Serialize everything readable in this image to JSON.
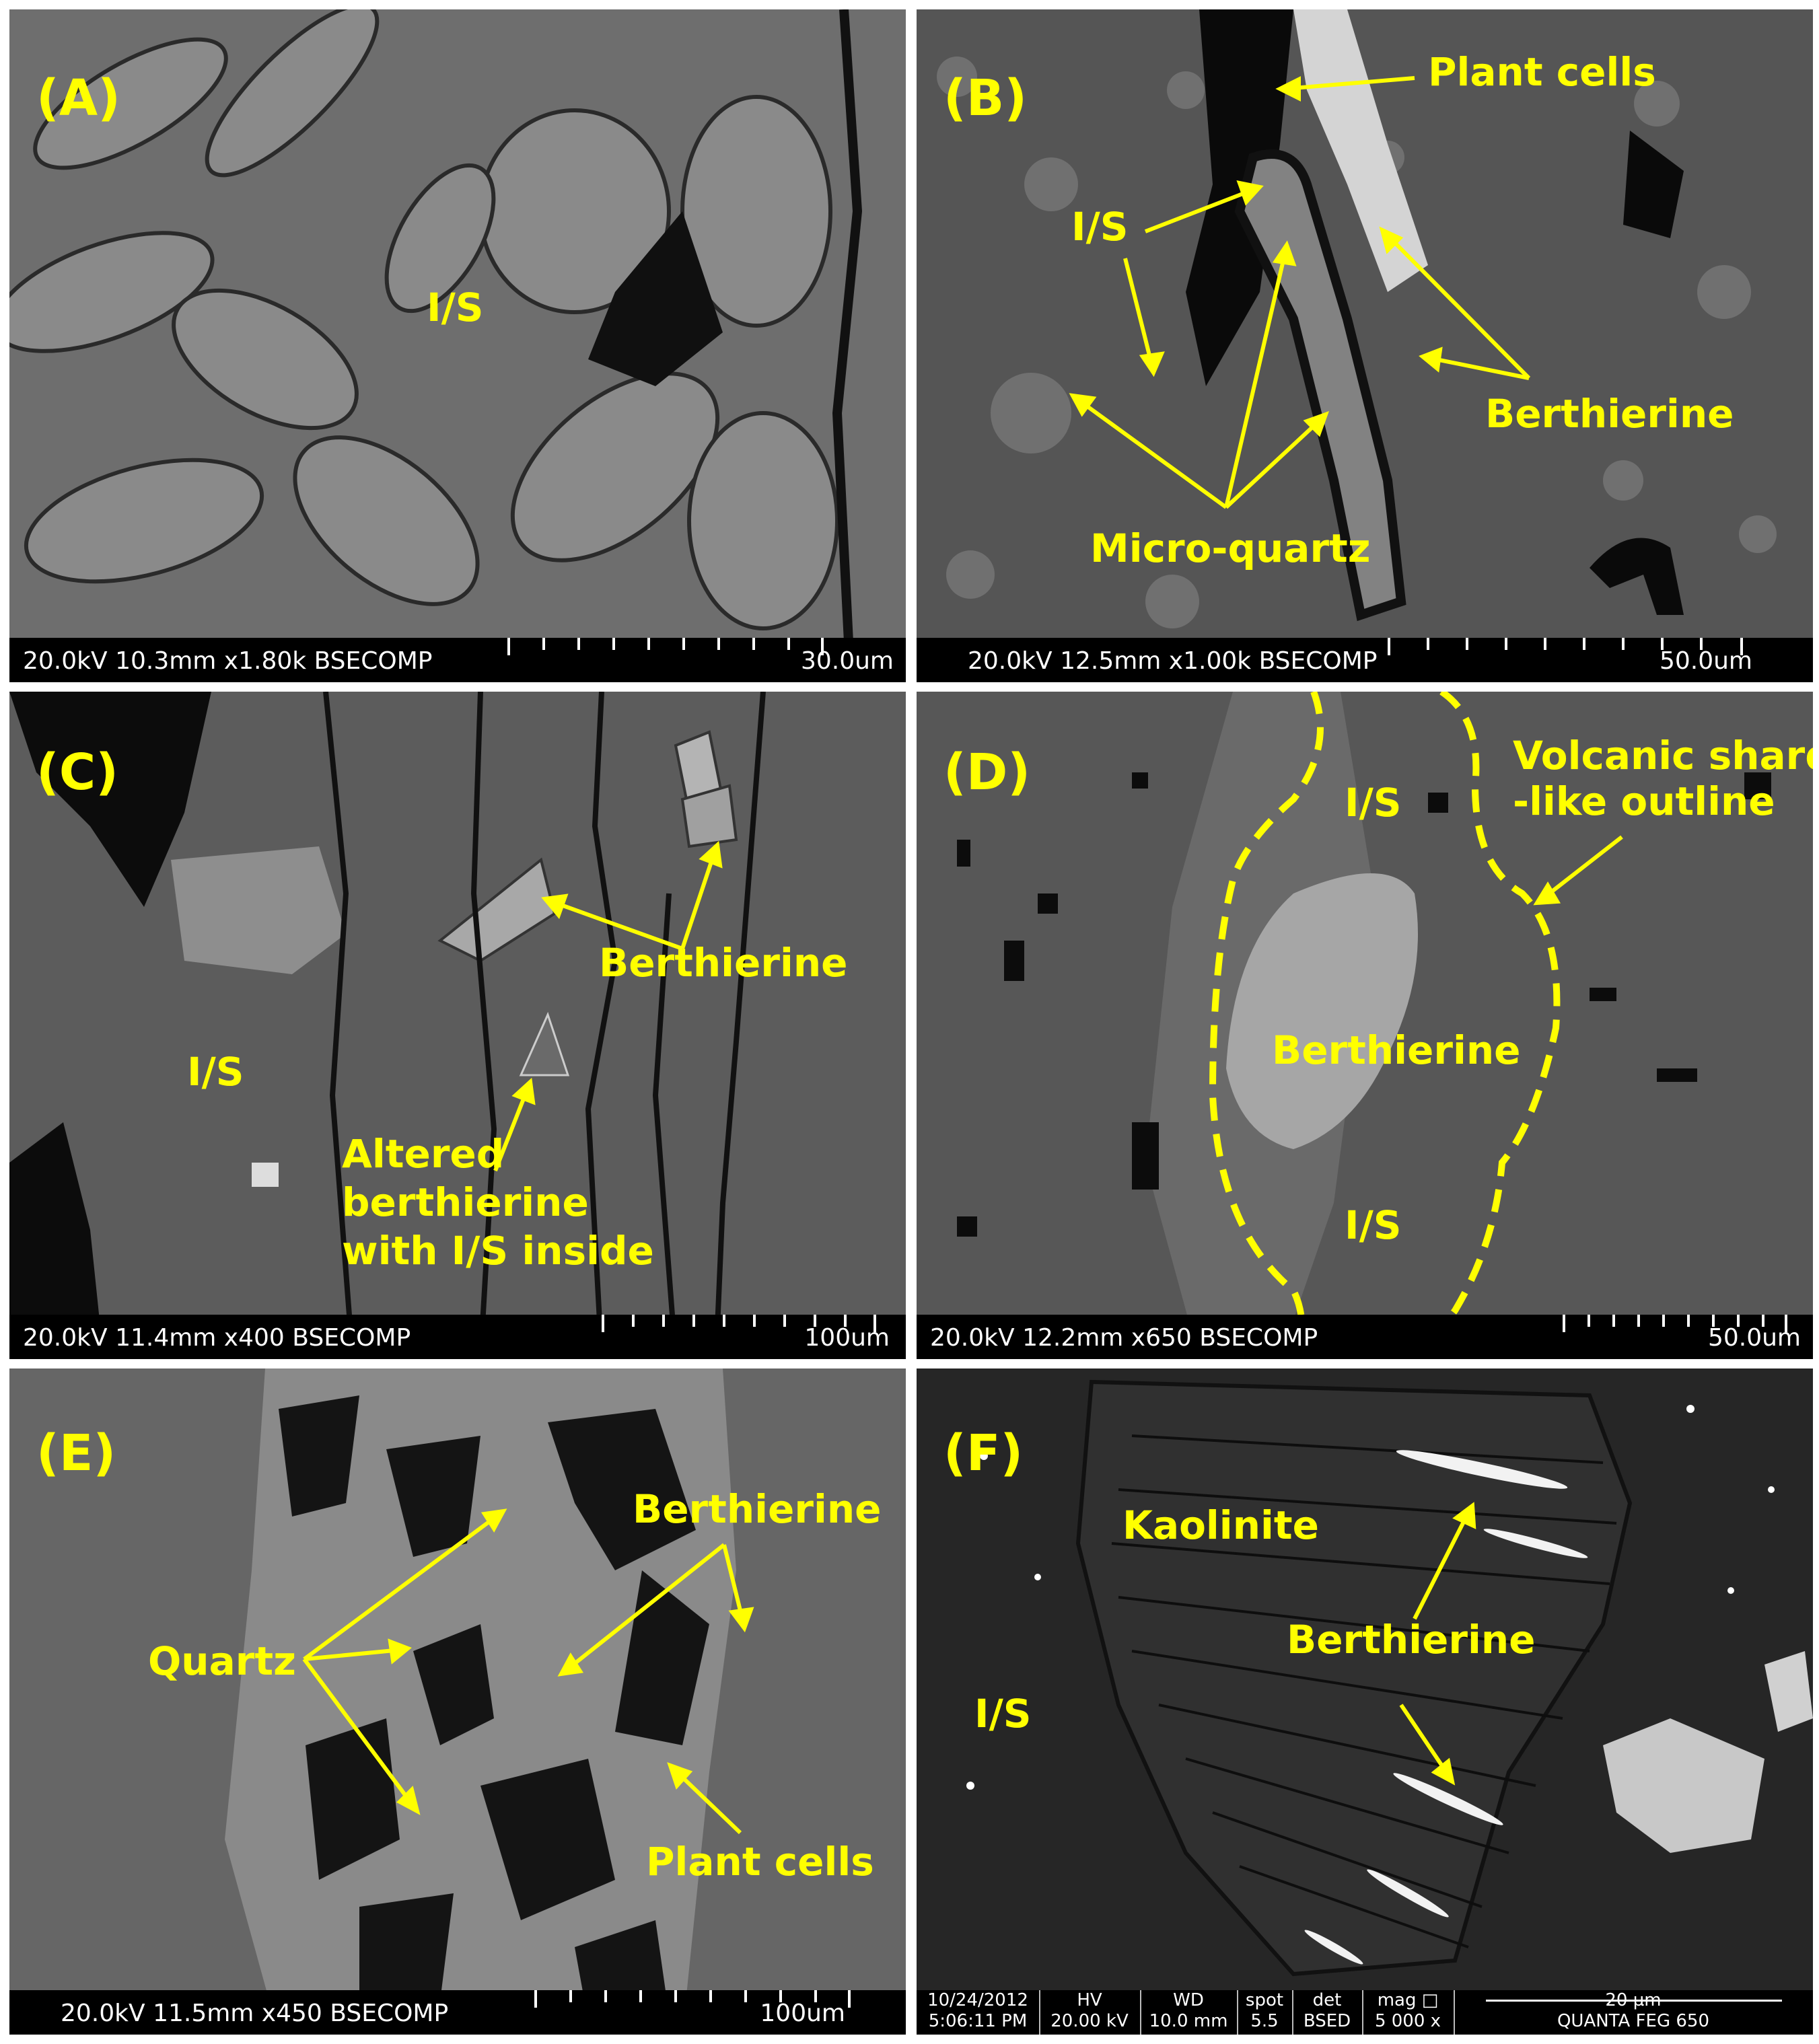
{
  "panels": [
    {
      "id": "A",
      "label": "(A)",
      "annotations": [
        "I/S"
      ],
      "info_bar": {
        "meta": "20.0kV 10.3mm x1.80k BSECOMP",
        "scale": "30.0um"
      }
    },
    {
      "id": "B",
      "label": "(B)",
      "annotations": [
        "Plant cells",
        "I/S",
        "Berthierine",
        "Micro-quartz"
      ],
      "info_bar": {
        "meta": "20.0kV 12.5mm x1.00k BSECOMP",
        "scale": "50.0um"
      }
    },
    {
      "id": "C",
      "label": "(C)",
      "annotations": [
        "Berthierine",
        "I/S",
        "Altered",
        "berthierine",
        "with I/S inside"
      ],
      "info_bar": {
        "meta": "20.0kV 11.4mm x400 BSECOMP",
        "scale": "100um"
      }
    },
    {
      "id": "D",
      "label": "(D)",
      "annotations": [
        "Volcanic shard",
        "-like outline",
        "I/S",
        "Berthierine",
        "I/S"
      ],
      "info_bar": {
        "meta": "20.0kV 12.2mm x650 BSECOMP",
        "scale": "50.0um"
      }
    },
    {
      "id": "E",
      "label": "(E)",
      "annotations": [
        "Berthierine",
        "Quartz",
        "Plant cells"
      ],
      "info_bar": {
        "meta": "20.0kV 11.5mm x450 BSECOMP",
        "scale": "100um"
      }
    },
    {
      "id": "F",
      "label": "(F)",
      "annotations": [
        "Kaolinite",
        "Berthierine",
        "I/S"
      ],
      "info_bar": {
        "date": "10/24/2012",
        "time": "5:06:11 PM",
        "hv_label": "HV",
        "hv": "20.00 kV",
        "wd_label": "WD",
        "wd": "10.0 mm",
        "spot_label": "spot",
        "spot": "5.5",
        "det_label": "det",
        "det": "BSED",
        "mag_label": "mag □",
        "mag": "5 000 x",
        "scale": "20 µm",
        "instrument": "QUANTA FEG 650"
      }
    }
  ],
  "colors": {
    "annotation": "#ffff00",
    "info_bar": "#000000",
    "info_text": "#ffffff"
  }
}
